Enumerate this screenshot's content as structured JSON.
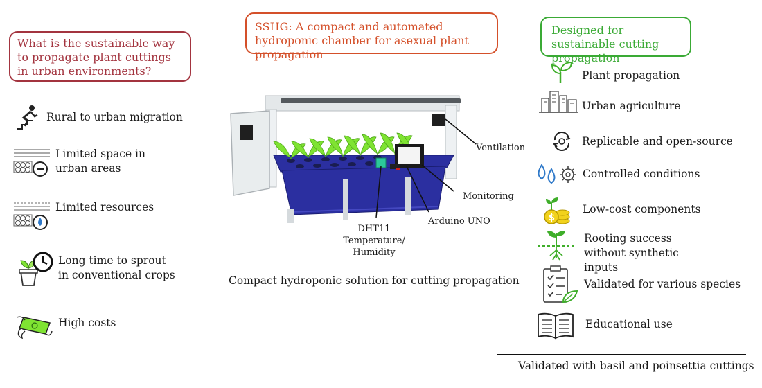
{
  "question": {
    "text": "What is the sustainable way to propagate plant cuttings in urban environments?",
    "color": "#a3343f"
  },
  "title": {
    "text": "SSHG: A compact and automated hydroponic chamber for asexual plant propagation",
    "color": "#d4502a"
  },
  "designed": {
    "text": "Designed for sustainable cutting propagation",
    "color": "#3aaa35"
  },
  "challenges": [
    {
      "icon": "person-climbing-icon",
      "label": "Rural to urban migration"
    },
    {
      "icon": "limited-space-icon",
      "label": "Limited space in urban areas"
    },
    {
      "icon": "limited-resources-icon",
      "label": "Limited resources"
    },
    {
      "icon": "sprout-clock-icon",
      "label": "Long time to sprout in conventional crops"
    },
    {
      "icon": "money-wings-icon",
      "label": "High costs"
    }
  ],
  "device": {
    "labels": {
      "ventilation": "Ventilation",
      "monitoring": "Monitoring",
      "arduino": "Arduino UNO",
      "dht_line1": "DHT11",
      "dht_line2": "Temperature/ Humidity"
    },
    "caption": "Compact hydroponic solution for cutting propagation"
  },
  "benefits": [
    {
      "icon": "plant-icon",
      "label": "Plant propagation"
    },
    {
      "icon": "city-icon",
      "label": "Urban agriculture"
    },
    {
      "icon": "recycle-gear-icon",
      "label": "Replicable and open-source"
    },
    {
      "icon": "drops-gear-icon",
      "label": "Controlled conditions"
    },
    {
      "icon": "coins-plant-icon",
      "label": "Low-cost components"
    },
    {
      "icon": "roots-icon",
      "label": "Rooting success without synthetic inputs"
    },
    {
      "icon": "checklist-icon",
      "label": "Validated for various species"
    },
    {
      "icon": "book-icon",
      "label": "Educational use"
    }
  ],
  "footer": "Validated with basil and poinsettia cuttings",
  "colors": {
    "tank": "#2b2fa0",
    "leaf": "#7fe332",
    "frame": "#e4e8ea",
    "icon_blue": "#2f79c9",
    "icon_green": "#3fae2a",
    "icon_yellow": "#f2d21c"
  }
}
